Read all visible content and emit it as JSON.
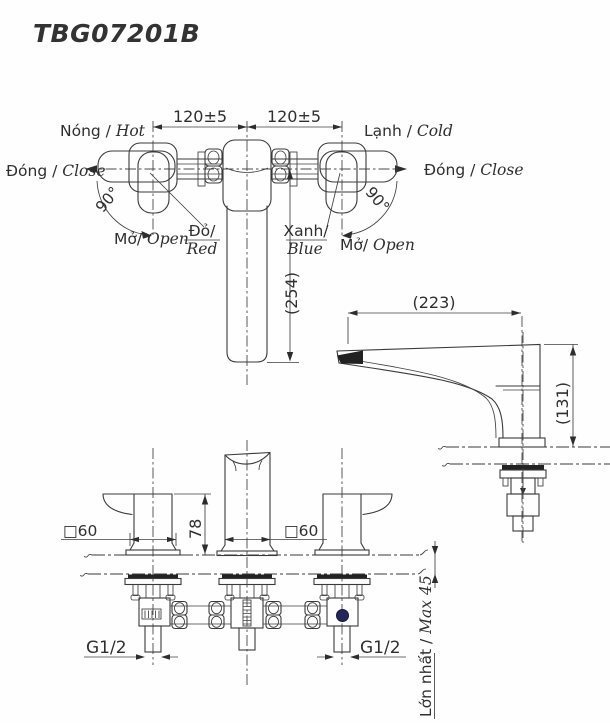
{
  "title": "TBG07201B",
  "colors": {
    "line": "#3a3a3a",
    "text": "#2f2f2f",
    "blue_dot": "#23265c"
  },
  "top_view": {
    "dim_spacing_left": "120±5",
    "dim_spacing_right": "120±5",
    "dim_spout_reach": "(254)",
    "rotation_angle": "90°",
    "hot_vi": "Nóng /",
    "hot_en": " Hot",
    "cold_vi": "Lạnh /",
    "cold_en": " Cold",
    "close_vi": "Đóng /",
    "close_en": " Close",
    "open_vi": "Mở/",
    "open_en": " Open",
    "red_vi": "Đỏ/",
    "red_en": "Red",
    "blue_vi": "Xanh/",
    "blue_en": "Blue"
  },
  "side_view": {
    "dim_reach": "(223)",
    "dim_height": "(131)"
  },
  "front_view": {
    "dim_handle_width": "□60",
    "dim_spout_width": "□60",
    "dim_handle_height": "78",
    "thread_size_left": "G1/2",
    "thread_size_right": "G1/2",
    "max_thickness_vi": "Lớn nhất / ",
    "max_thickness_en": "Max 45"
  }
}
